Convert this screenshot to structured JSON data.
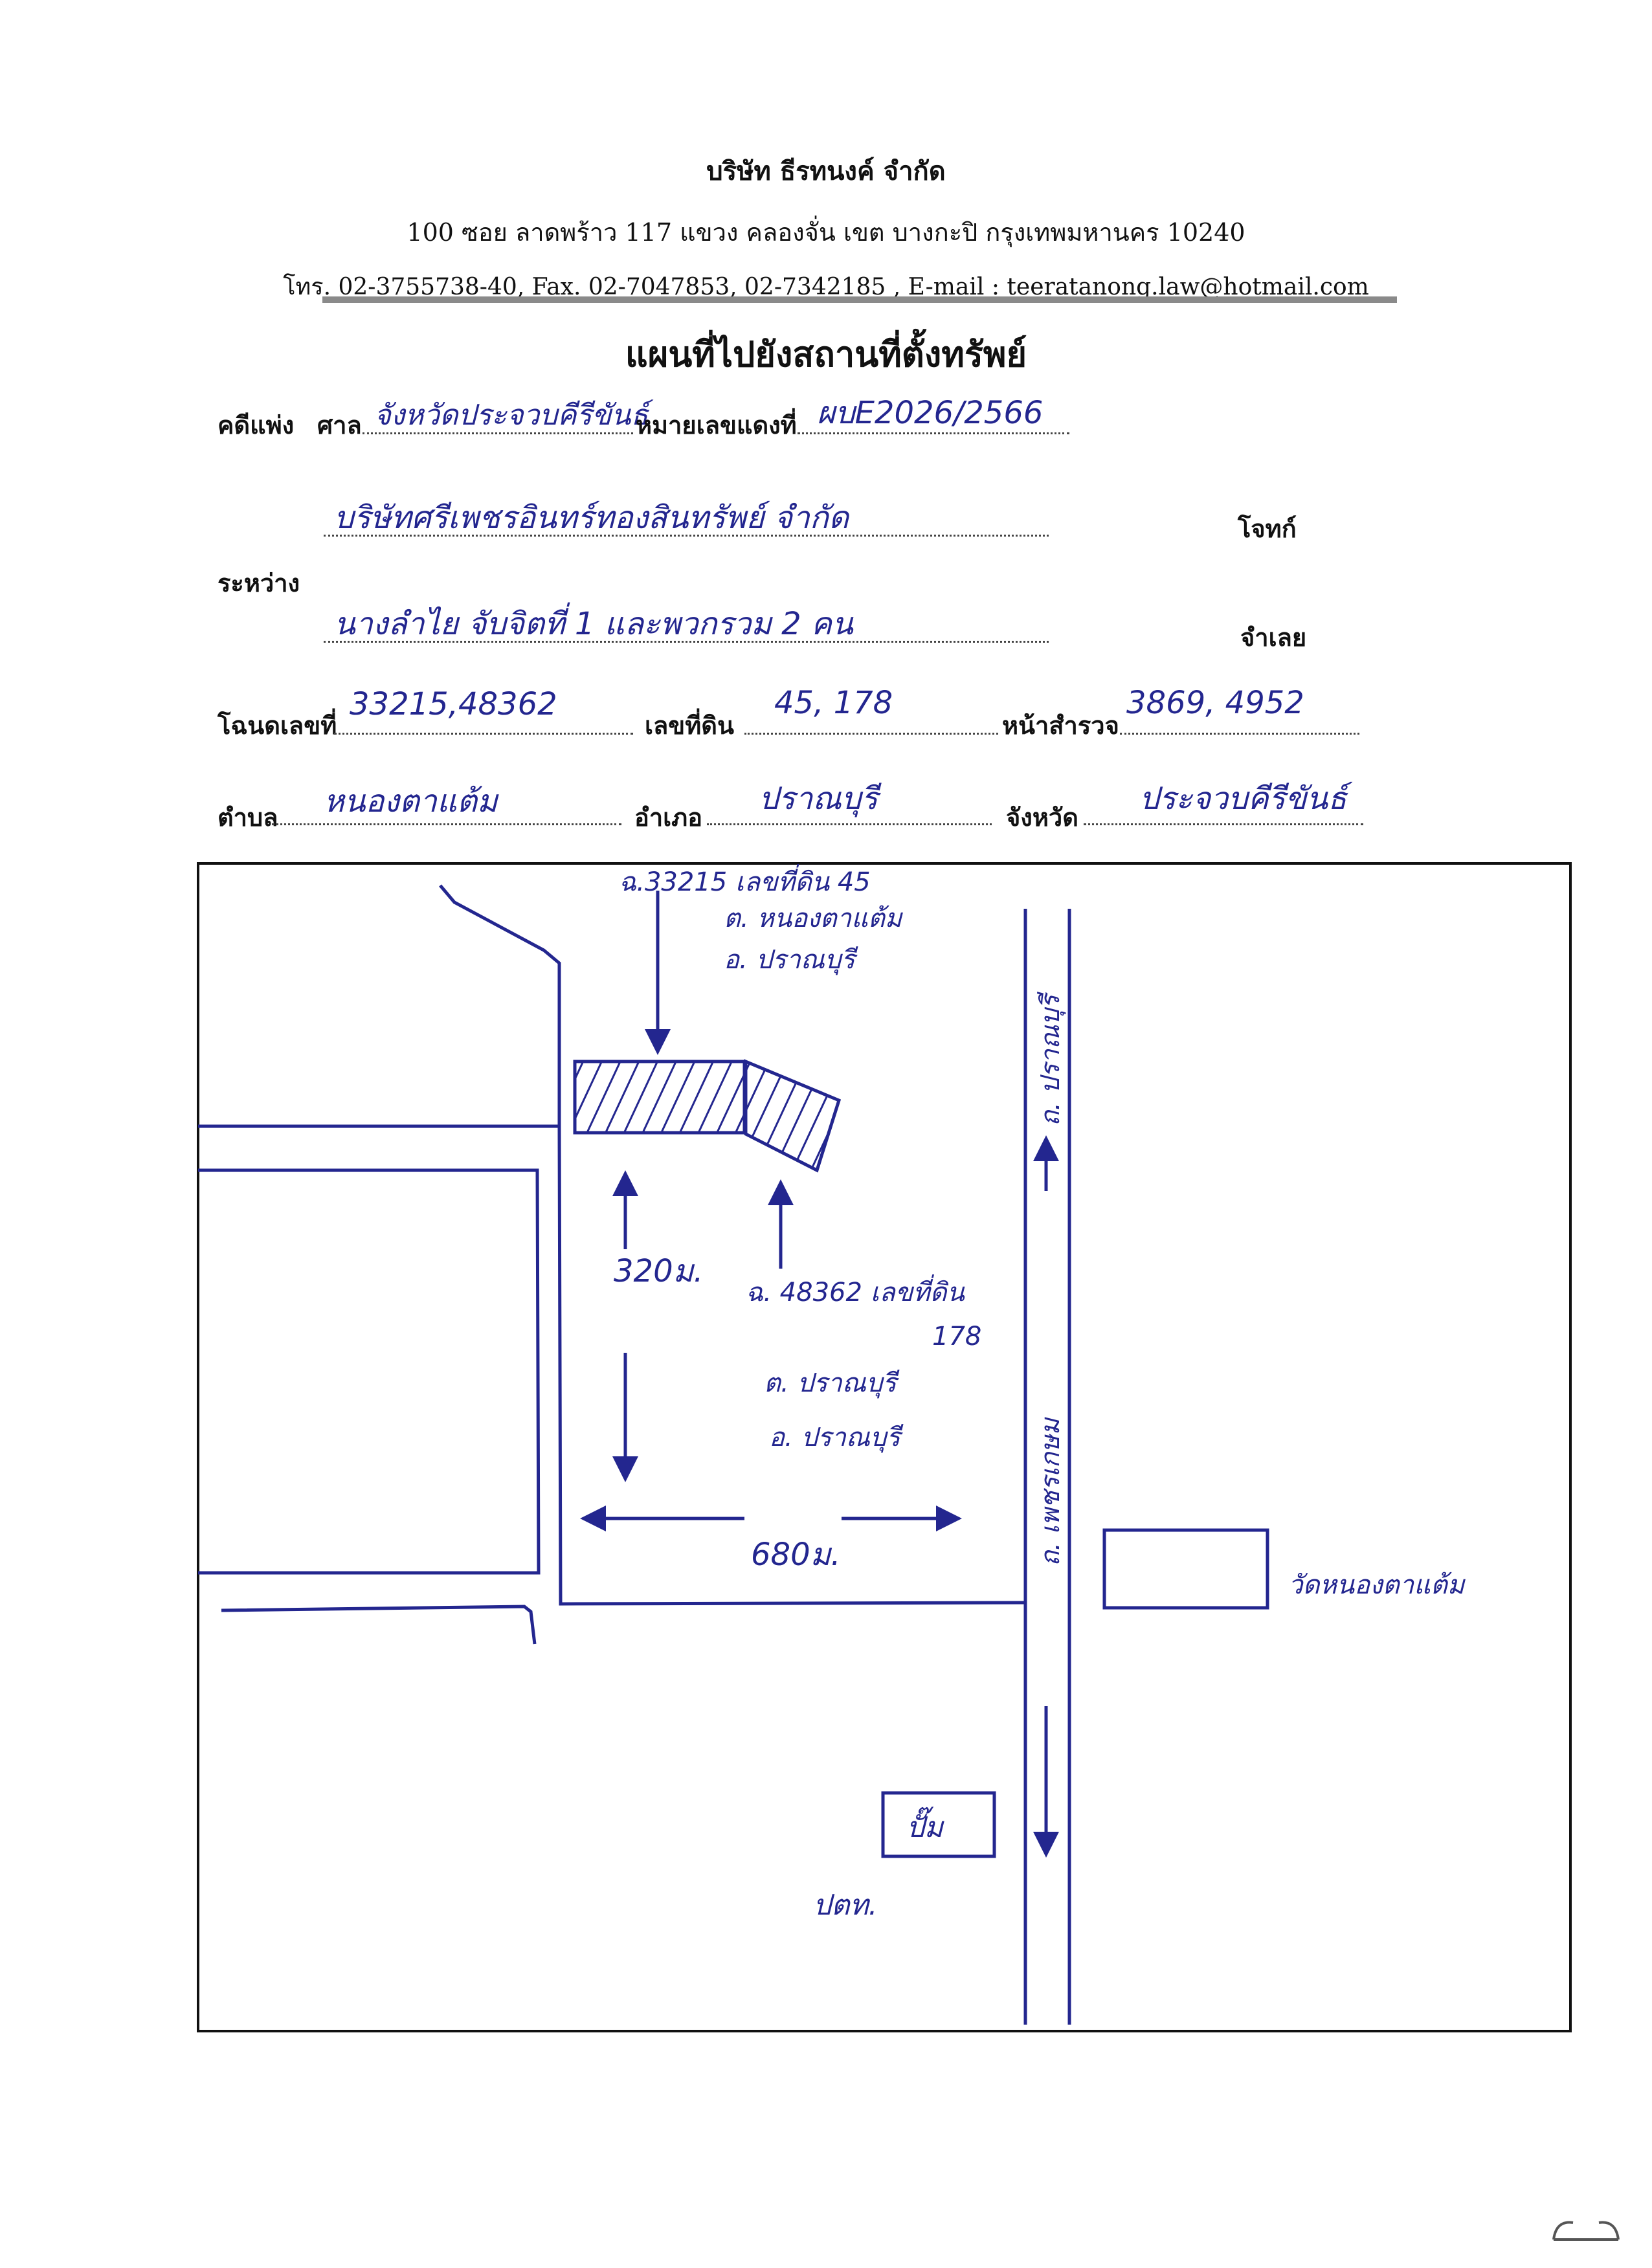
{
  "header": {
    "company": "บริษัท ธีรทนงค์ จำกัด",
    "address": "100 ซอย ลาดพร้าว 117 แขวง คลองจั่น เขต บางกะปิ กรุงเทพมหานคร 10240",
    "contact": "โทร. 02-3755738-40, Fax. 02-7047853, 02-7342185 , E-mail : teeratanong.law@hotmail.com"
  },
  "title": "แผนที่ไปยังสถานที่ตั้งทรัพย์",
  "form": {
    "case_label": "คดีแพ่ง",
    "court_label": "ศาล",
    "court_value": "จังหวัดประจวบคีรีขันธ์",
    "red_number_label": "หมายเลขแดงที่",
    "red_number_value": "ผบE2026/2566",
    "plaintiff_value": "บริษัทศรีเพชรอินทร์ทองสินทรัพย์ จำกัด",
    "plaintiff_label": "โจทก์",
    "between_label": "ระหว่าง",
    "defendant_value": "นางลำไย จับจิตที่ 1 และพวกรวม 2 คน",
    "defendant_label": "จำเลย",
    "deed_label": "โฉนดเลขที่",
    "deed_value": "33215,48362",
    "land_no_label": "เลขที่ดิน",
    "land_no_value": "45, 178",
    "survey_label": "หน้าสำรวจ",
    "survey_value": "3869, 4952",
    "subdistrict_label": "ตำบล",
    "subdistrict_value": "หนองตาแต้ม",
    "district_label": "อำเภอ",
    "district_value": "ปราณบุรี",
    "province_label": "จังหวัด",
    "province_value": "ประจวบคีรีขันธ์"
  },
  "map": {
    "parcel1_line1": "ฉ.33215 เลขที่ดิน 45",
    "parcel1_line2": "ต. หนองตาแต้ม",
    "parcel1_line3": "อ. ปราณบุรี",
    "distance_vertical": "320ม.",
    "parcel2_line1": "ฉ. 48362 เลขที่ดิน",
    "parcel2_line1b": "178",
    "parcel2_line2": "ต. ปราณบุรี",
    "parcel2_line3": "อ. ปราณบุรี",
    "distance_horizontal": "680ม.",
    "road_pranburi": "ถ. ปราณบุรี",
    "road_phetkasem": "ถ. เพชรเกษม",
    "temple": "วัดหนองตาแต้ม",
    "gas_station": "ปั๊ม",
    "gas_station_brand": "ปตท.",
    "ink_color": "#23268f"
  }
}
